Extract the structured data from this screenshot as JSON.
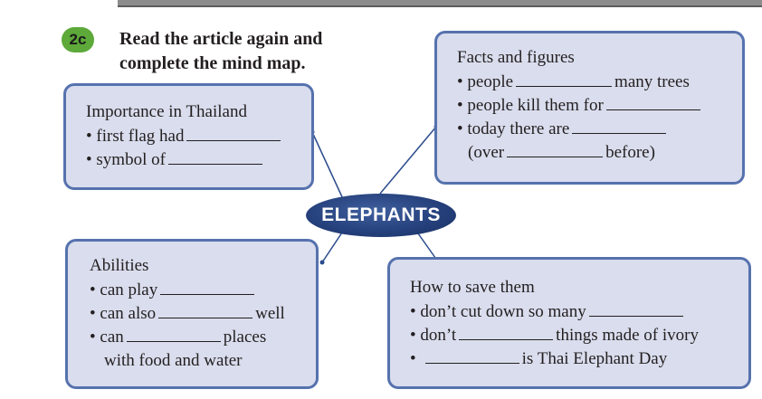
{
  "exercise": {
    "badge": "2c",
    "instruction_line1": "Read the article again and",
    "instruction_line2": "complete the mind map."
  },
  "mind_map": {
    "center": "ELEPHANTS",
    "importance": {
      "title": "Importance in Thailand",
      "items": [
        "• first flag had",
        "• symbol of"
      ]
    },
    "facts": {
      "title": "Facts and figures",
      "item1_before": "• people",
      "item1_after": "many trees",
      "item2_before": "• people kill them for",
      "item3_before": "• today there are",
      "item4_before": "(over",
      "item4_after": "before)"
    },
    "abilities": {
      "title": "Abilities",
      "item1_before": "• can play",
      "item2_before": "• can also",
      "item2_after": "well",
      "item3_before": "• can",
      "item3_after": "places",
      "item4": "with food and water"
    },
    "save": {
      "title": "How to save them",
      "item1_before": "• don’t cut down so many",
      "item2_before": "• don’t",
      "item2_after": "things made of ivory",
      "item3_before": "•",
      "item3_after": "is Thai Elephant Day"
    }
  },
  "colors": {
    "box_border": "#5672ae",
    "box_fill": "#d9dded",
    "center_fill": "#243f7a",
    "badge_fill": "#5da93a"
  }
}
